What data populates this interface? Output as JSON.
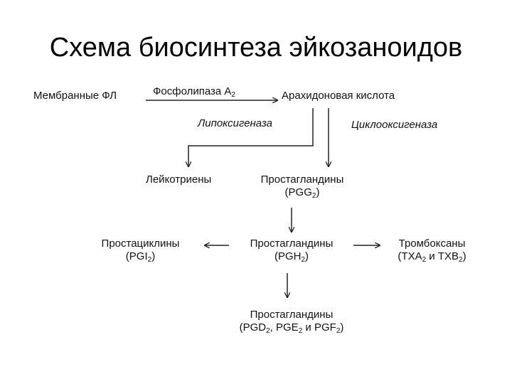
{
  "title": "Схема биосинтеза эйкозаноидов",
  "nodes": {
    "membrane_pl": "Мембранные ФЛ",
    "arachidonic_acid": "Арахидоновая кислота",
    "leukotrienes": "Лейкотриены",
    "prostaglandins_pgg": {
      "label": "Простагландины",
      "formula_open": "(PGG",
      "sub": "2",
      "formula_close": ")"
    },
    "prostaglandins_pgh": {
      "label": "Простагландины",
      "formula_open": "(PGH",
      "sub": "2",
      "formula_close": ")"
    },
    "prostacyclins": {
      "label": "Простациклины",
      "formula_open": "(PGI",
      "sub": "2",
      "formula_close": ")"
    },
    "thromboxanes": {
      "label": "Тромбоксаны",
      "p1": "(TXA",
      "s1": "2",
      "p2": " и TXB",
      "s2": "2",
      "p3": ")"
    },
    "prostaglandins_final": {
      "label": "Простагландины",
      "p1": "(PGD",
      "s1": "2",
      "p2": ", PGE",
      "s2": "2",
      "p3": " и PGF",
      "s3": "2",
      "p4": ")"
    }
  },
  "enzymes": {
    "phospholipase": {
      "text": "Фосфолипаза A",
      "sub": "2"
    },
    "lipoxygenase": "Липоксигеназа",
    "cyclooxygenase": "Циклооксигеназа"
  }
}
